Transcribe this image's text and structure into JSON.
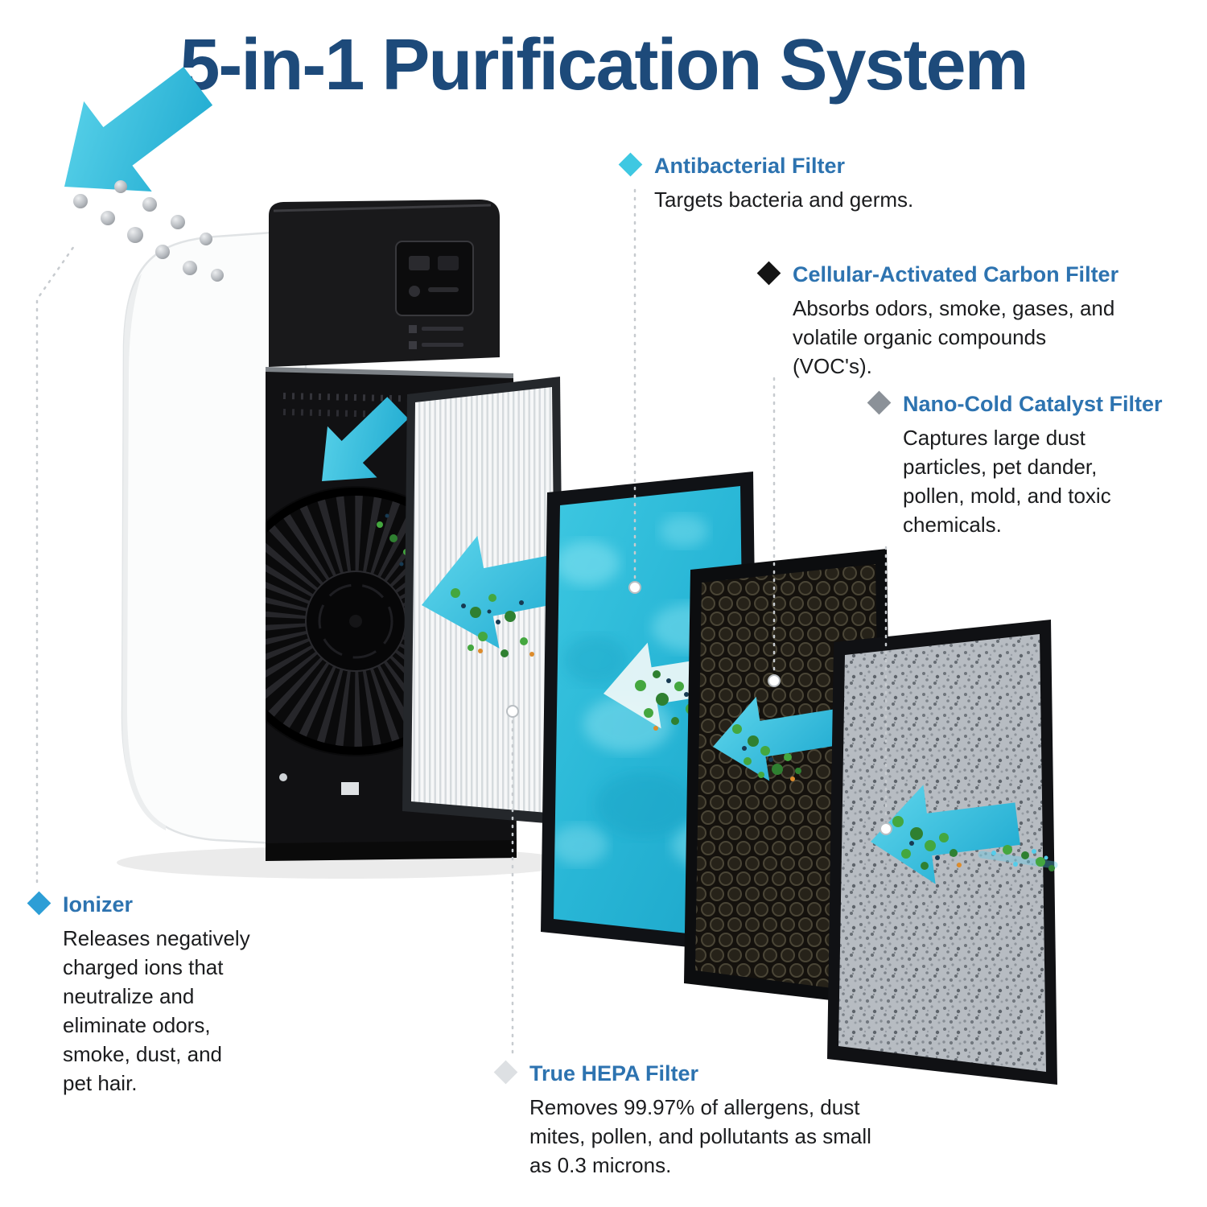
{
  "title": "5-in-1 Purification System",
  "colors": {
    "title": "#1d4a7a",
    "callout_heading": "#2d73b0",
    "body_text": "#1b1c1e",
    "leader_line": "#c7cbcf",
    "airflow_arrow": "#35c2de"
  },
  "callouts": [
    {
      "id": "antibacterial-filter",
      "label": "Antibacterial Filter",
      "description": "Targets bacteria and germs.",
      "marker": "diamond",
      "marker_color": "#3ec8e2"
    },
    {
      "id": "cellular-activated-carbon-filter",
      "label": "Cellular-Activated Carbon Filter",
      "description": "Absorbs odors, smoke, gases, and\nvolatile organic compounds\n(VOC's).",
      "marker": "diamond",
      "marker_color": "#141414"
    },
    {
      "id": "nano-cold-catalyst-filter",
      "label": "Nano-Cold Catalyst Filter",
      "description": "Captures large dust\nparticles, pet dander,\npollen, mold, and toxic\nchemicals.",
      "marker": "diamond",
      "marker_color": "#8b9198"
    },
    {
      "id": "ionizer",
      "label": "Ionizer",
      "description": "Releases negatively\ncharged ions that\nneutralize and\neliminate odors,\nsmoke, dust, and\npet hair.",
      "marker": "diamond",
      "marker_color": "#2d9ed6"
    },
    {
      "id": "true-hepa-filter",
      "label": "True HEPA Filter",
      "description": "Removes 99.97% of allergens, dust\nmites, pollen, and pollutants as small\nas 0.3 microns.",
      "marker": "diamond",
      "marker_color": "#dde0e3"
    }
  ]
}
